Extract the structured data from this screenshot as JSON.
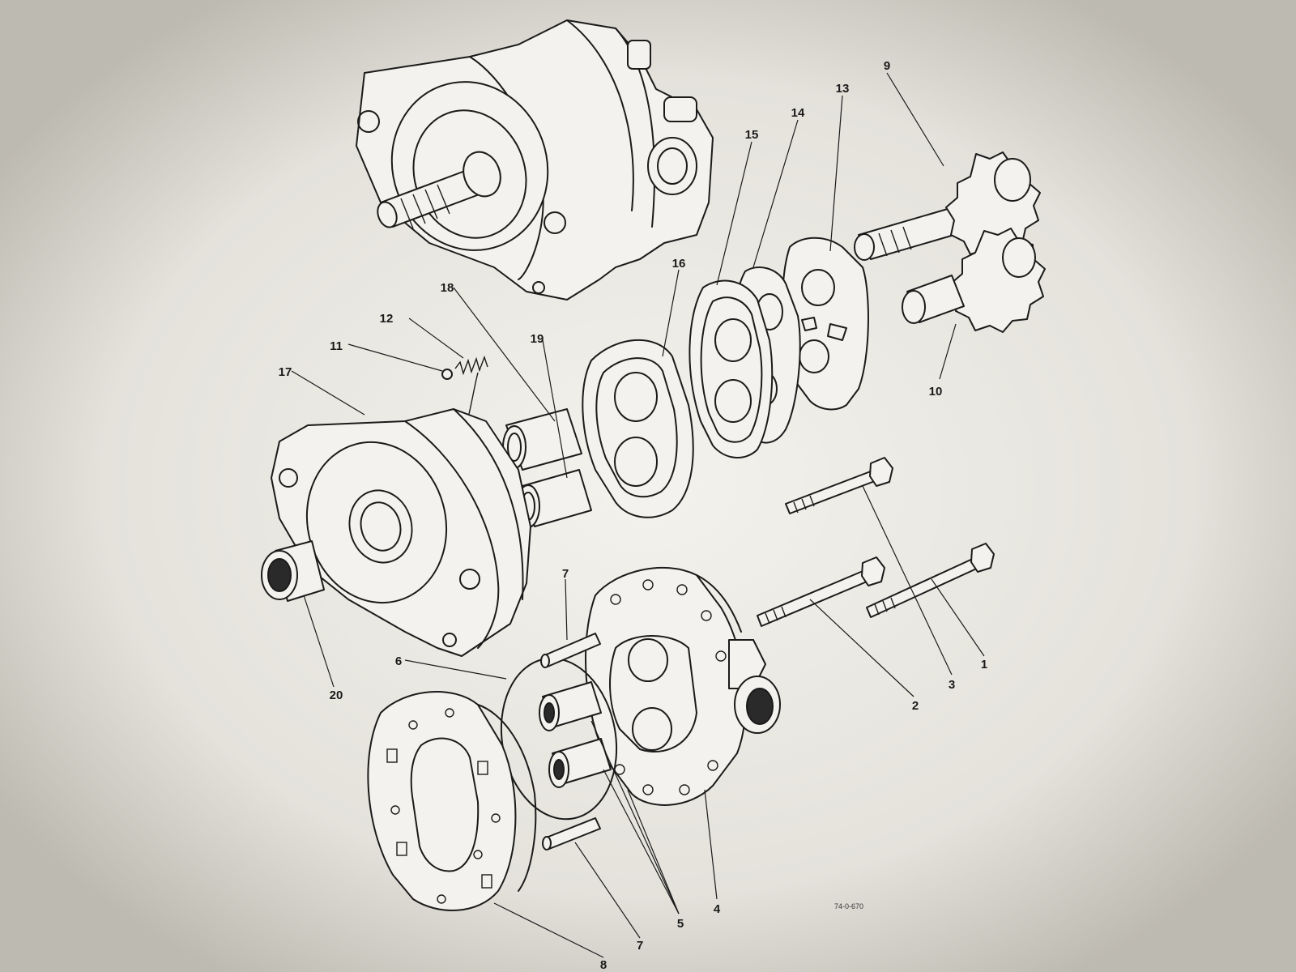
{
  "figure": {
    "code": "74-0-670",
    "background": "#c9c6bd",
    "paper": "#f1f0eb",
    "ink": "#1b1b1b"
  },
  "callouts": [
    {
      "id": "1",
      "label": "1"
    },
    {
      "id": "2",
      "label": "2"
    },
    {
      "id": "3",
      "label": "3"
    },
    {
      "id": "4",
      "label": "4"
    },
    {
      "id": "5",
      "label": "5"
    },
    {
      "id": "6",
      "label": "6"
    },
    {
      "id": "7a",
      "label": "7"
    },
    {
      "id": "7b",
      "label": "7"
    },
    {
      "id": "8",
      "label": "8"
    },
    {
      "id": "9",
      "label": "9"
    },
    {
      "id": "10",
      "label": "10"
    },
    {
      "id": "11",
      "label": "11"
    },
    {
      "id": "12",
      "label": "12"
    },
    {
      "id": "13",
      "label": "13"
    },
    {
      "id": "14",
      "label": "14"
    },
    {
      "id": "15",
      "label": "15"
    },
    {
      "id": "16",
      "label": "16"
    },
    {
      "id": "17",
      "label": "17"
    },
    {
      "id": "18",
      "label": "18"
    },
    {
      "id": "19",
      "label": "19"
    },
    {
      "id": "20",
      "label": "20"
    }
  ]
}
